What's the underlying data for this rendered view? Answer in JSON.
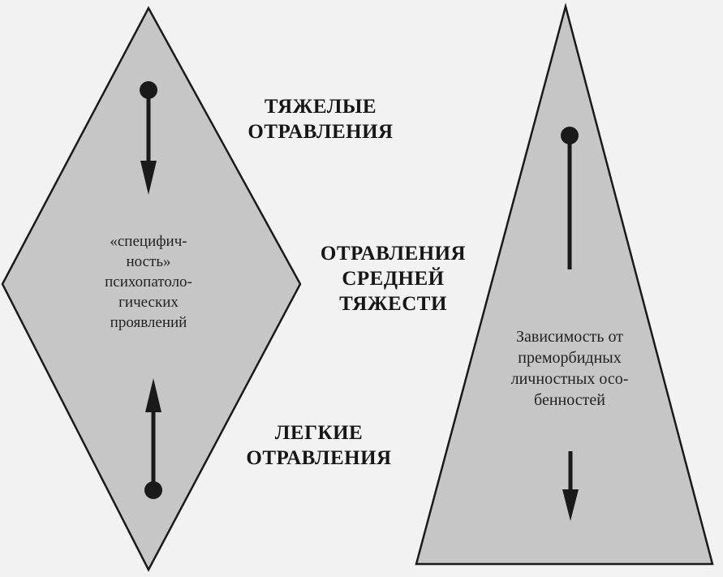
{
  "headings": {
    "severe": [
      "ТЯЖЕЛЫЕ",
      "ОТРАВЛЕНИЯ"
    ],
    "moderate": [
      "ОТРАВЛЕНИЯ",
      "СРЕДНЕЙ",
      "ТЯЖЕСТИ"
    ],
    "mild": [
      "ЛЕГКИЕ",
      "ОТРАВЛЕНИЯ"
    ]
  },
  "diamond_text": [
    "«специфич-",
    "ность»",
    "психопатоло-",
    "гических",
    "проявлений"
  ],
  "triangle_text": [
    "Зависимость от",
    "преморбидных",
    "личностных осо-",
    "бенностей"
  ],
  "colors": {
    "shape_fill": "#c6c6c6",
    "ink": "#1a1a1a",
    "background": "#f2f2f2"
  },
  "icons": {
    "down_arrow": "arrow-down-icon",
    "up_arrow": "arrow-up-icon",
    "dot": "dot-icon"
  }
}
